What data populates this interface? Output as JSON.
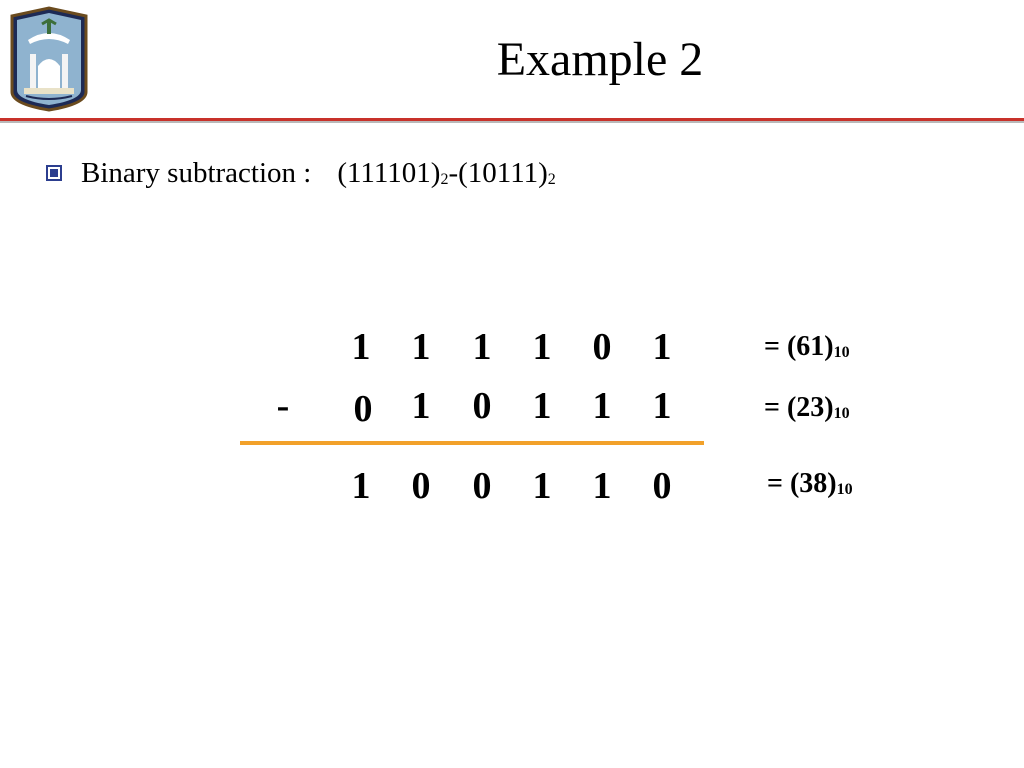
{
  "slide": {
    "title": "Example 2",
    "bullet": {
      "label": "Binary subtraction :",
      "operand1": "(111101)",
      "operand1_base": "2",
      "operator": "-",
      "operand2": "(10111)",
      "operand2_base": "2"
    },
    "subtraction": {
      "minuend": [
        "1",
        "1",
        "1",
        "1",
        "0",
        "1"
      ],
      "subtrahend": [
        "0",
        "1",
        "0",
        "1",
        "1",
        "1"
      ],
      "difference": [
        "1",
        "0",
        "0",
        "1",
        "1",
        "0"
      ],
      "minus_sign": "-"
    },
    "equivalents": [
      {
        "text": "= (61)",
        "base": "10"
      },
      {
        "text": "= (23)",
        "base": "10"
      },
      {
        "text": "= (38)",
        "base": "10"
      }
    ]
  },
  "colors": {
    "title_rule": "#c8312a",
    "sum_line": "#f2a12a",
    "bullet": "#2c3e8f"
  },
  "icons": {
    "logo": "university-seal-logo",
    "bullet": "square-bullet-icon"
  }
}
